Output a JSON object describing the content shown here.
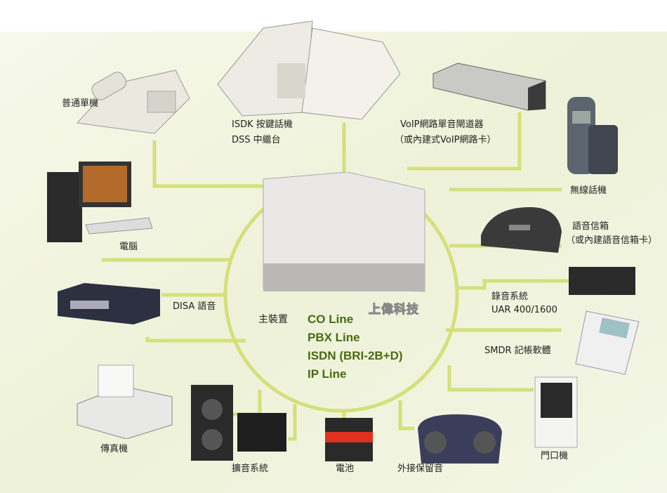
{
  "devices": {
    "basic_phone": "普通單機",
    "isdk": [
      "ISDK 按鍵話機",
      "DSS 中繼台"
    ],
    "voip": [
      "VoIP網路單音閘道器",
      "（或內建式VoIP網路卡）"
    ],
    "cordless": "無線話機",
    "pc": "電腦",
    "voicemail": [
      "語音信箱",
      "（或內建語音信箱卡）"
    ],
    "recorder": [
      "錄音系統",
      "UAR 400/1600"
    ],
    "disa": "DISA 語音",
    "smdr": "SMDR 記帳軟體",
    "fax": "傳真機",
    "pa": "擴音系統",
    "battery": "電池",
    "moh": "外接保留音",
    "door": "門口機"
  },
  "main_unit": {
    "label": "主裝置",
    "lines": [
      "CO Line",
      "PBX Line",
      "ISDN (BRI-2B+D)",
      "IP Line"
    ]
  },
  "watermark": "上偉科技",
  "colors": {
    "line": "#d4e07a",
    "main_text": "#4a6a10",
    "panel": "#eef3d6"
  }
}
